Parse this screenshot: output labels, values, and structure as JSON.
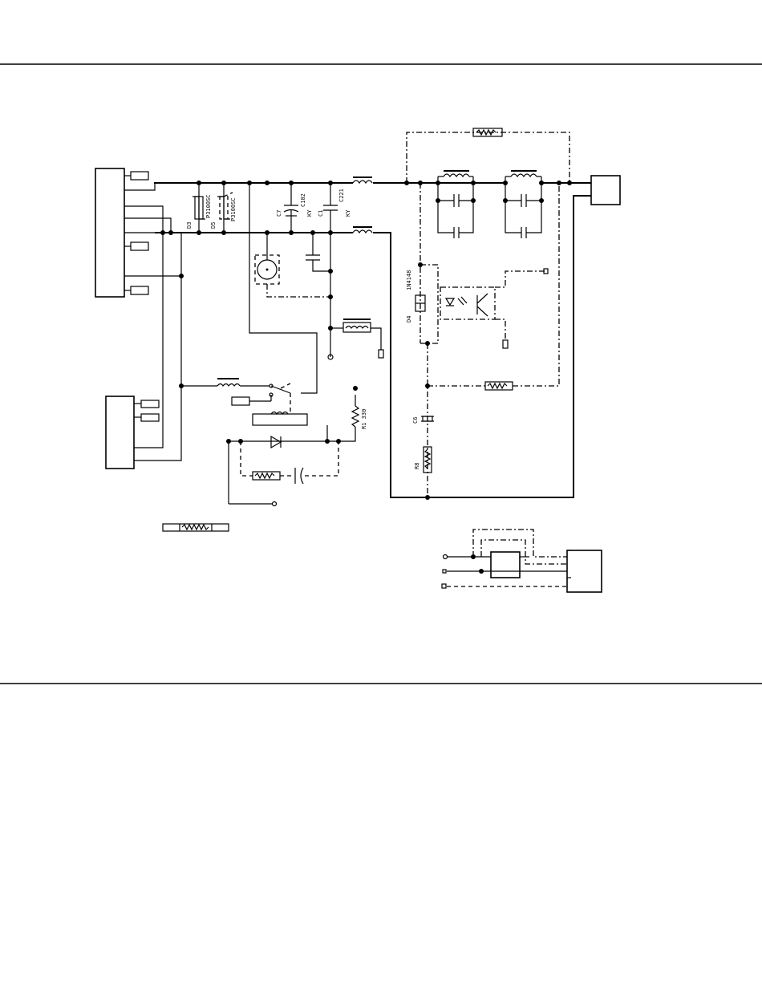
{
  "labels": {
    "d3": "D3",
    "d3_part": "P3100SC",
    "d5": "D5",
    "d5_part": "P3100SC",
    "c7": "C7",
    "c102": "C102",
    "c102_rating": "KY",
    "c1": "C1",
    "c221": "C221",
    "c221_rating": "KY",
    "d4": "D4",
    "d4_part": "1N4148",
    "r1": "R1 330",
    "c6": "C6",
    "r8": "R8"
  },
  "colors": {
    "ink": "#000000",
    "paper": "#ffffff"
  }
}
